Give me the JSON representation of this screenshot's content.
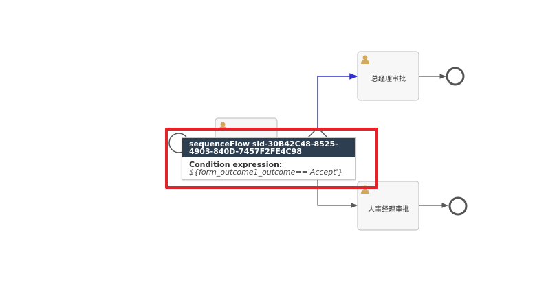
{
  "tasks": [
    {
      "label": "总经理审批"
    },
    {
      "label": "人事经理审批"
    }
  ],
  "tooltip": {
    "title": "sequenceFlow sid-30B42C48-8525-4903-840D-7457F2FE4C98",
    "condition_label": "Condition expression:",
    "condition_value": "${form_outcome1_outcome=='Accept'}"
  },
  "colors": {
    "selected_flow": "#3333cc",
    "flow": "#585858",
    "highlight": "#e5232b",
    "tooltip_header": "#2c3e50"
  }
}
